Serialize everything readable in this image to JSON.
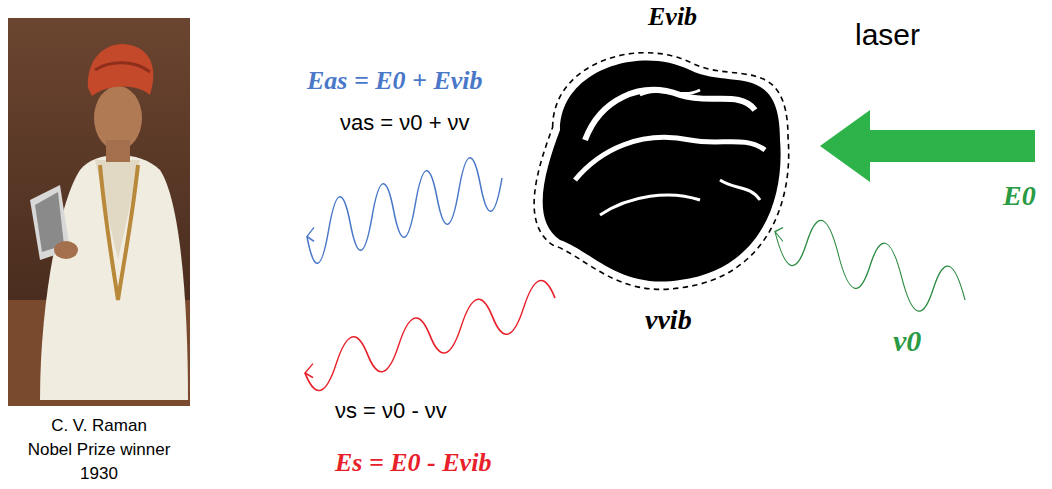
{
  "diagram": {
    "labels": [
      "Evib",
      "Eas = E0 + Evib",
      "νas = ν0 + νv",
      "laser",
      "E0",
      "νvib",
      "ν0",
      "νs = ν0 - νv",
      "Es = E0 - Evib",
      "C. V. Raman",
      "Nobel Prize winner",
      "1930"
    ]
  }
}
